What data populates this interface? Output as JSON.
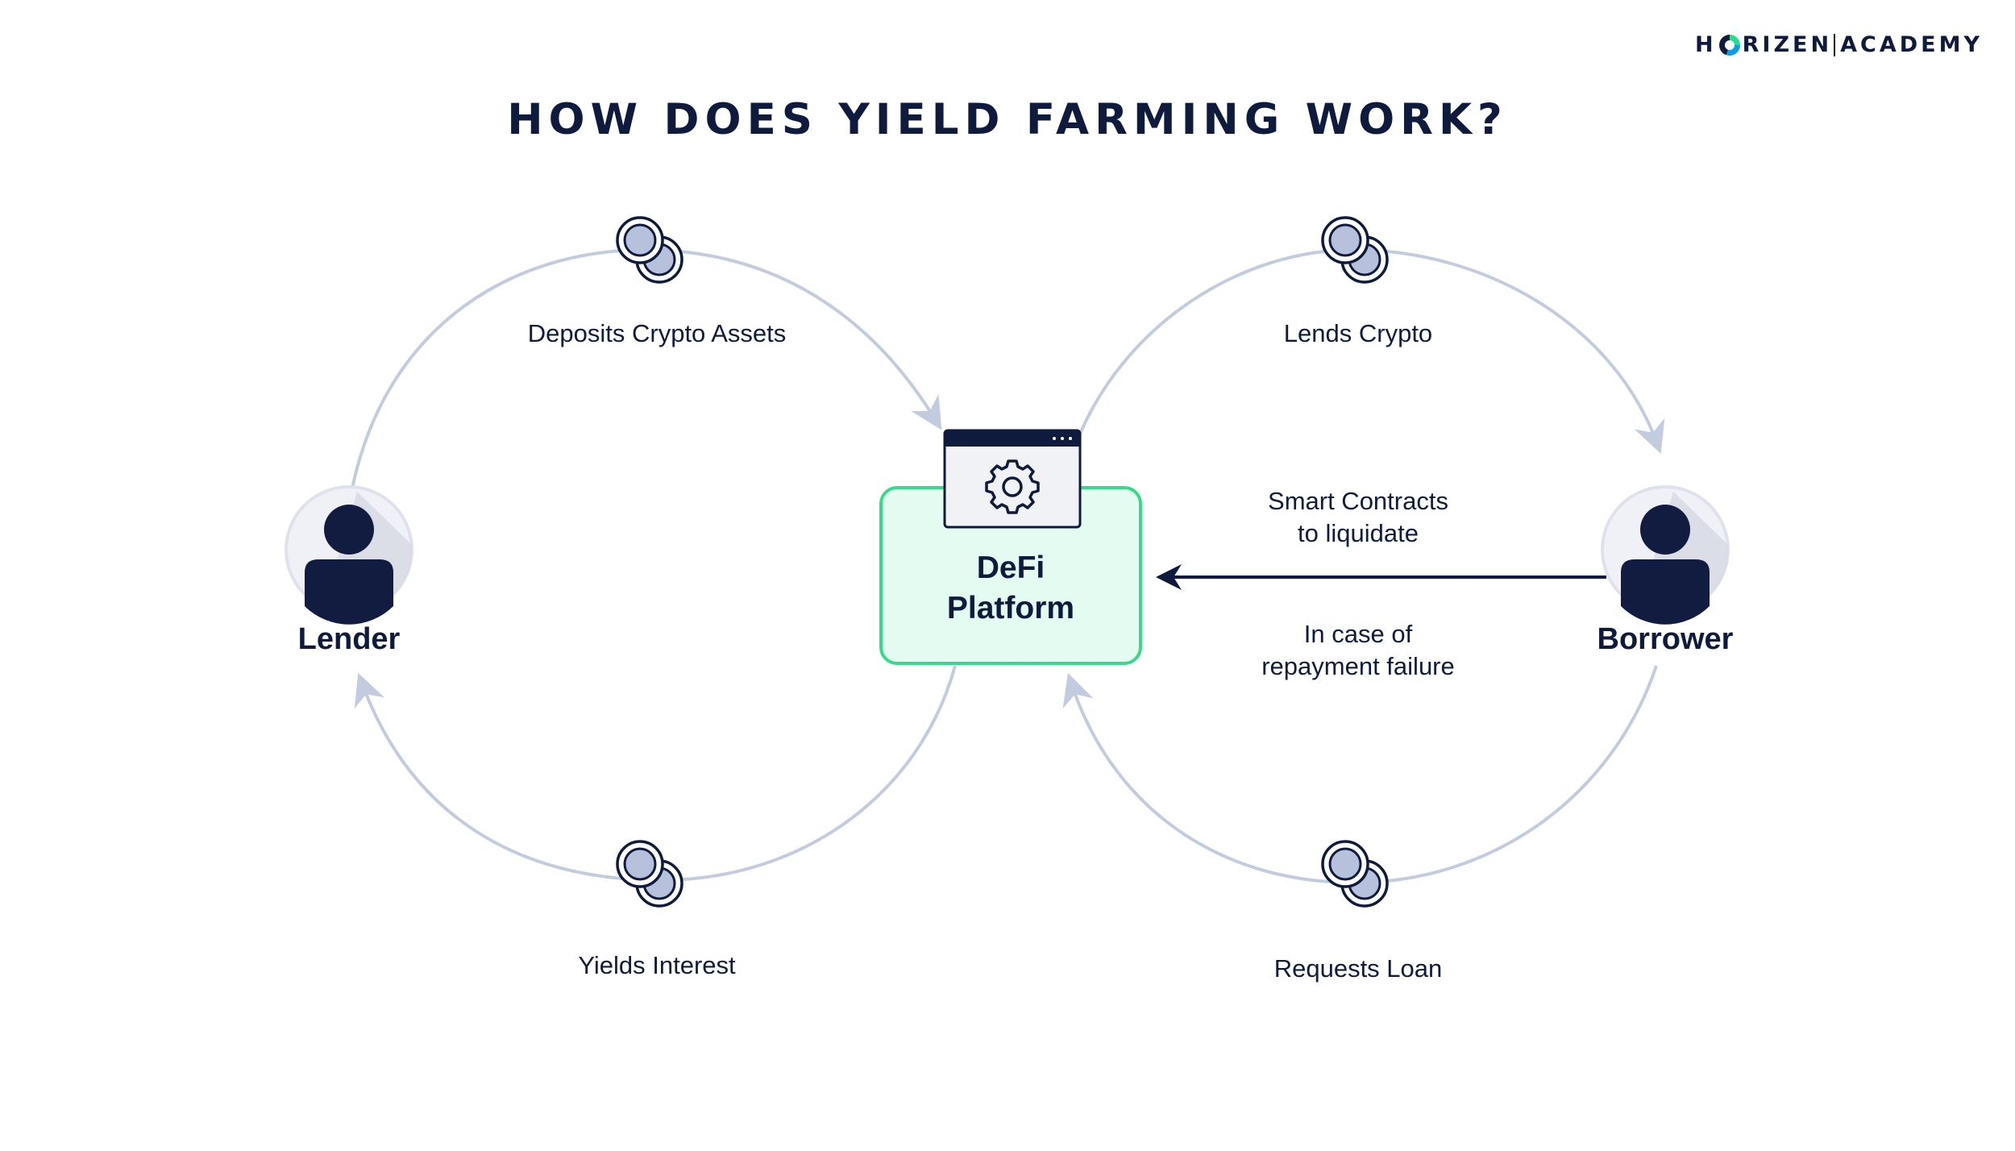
{
  "brand": {
    "logo_left": "H",
    "logo_right": "RIZEN",
    "logo_suffix": "ACADEMY",
    "logo_icon": "horizen-o-icon",
    "colors": {
      "navy": "#0f1b3d",
      "green": "#39d98a",
      "green_fill": "#e4fbf1",
      "arrow": "#c3cbde"
    }
  },
  "title": "HOW DOES YIELD FARMING WORK?",
  "nodes": {
    "lender": {
      "label": "Lender",
      "icon": "user-icon"
    },
    "borrower": {
      "label": "Borrower",
      "icon": "user-icon"
    },
    "platform": {
      "line1": "DeFi",
      "line2": "Platform",
      "icon": "gear-window-icon"
    }
  },
  "edges": {
    "deposits": "Deposits Crypto Assets",
    "lends": "Lends Crypto",
    "yields": "Yields Interest",
    "requests": "Requests Loan",
    "smart_contracts": {
      "line1": "Smart Contracts",
      "line2": "to liquidate"
    },
    "repayment": {
      "line1": "In case of",
      "line2": "repayment failure"
    }
  }
}
